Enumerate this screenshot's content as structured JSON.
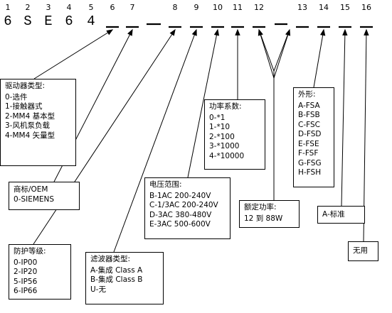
{
  "positions": [
    "1",
    "2",
    "3",
    "4",
    "5",
    "6",
    "7",
    "8",
    "9",
    "10",
    "11",
    "12",
    "13",
    "14",
    "15",
    "16"
  ],
  "code_prefix": [
    "6",
    "S",
    "E",
    "6",
    "4"
  ],
  "colors": {
    "ink": "#000000",
    "background": "#ffffff"
  },
  "boxes": {
    "drive_type": {
      "title": "驱动器类型:",
      "items": [
        "0-选件",
        "1-接触器式",
        "2-MM4 基本型",
        "3-风机泵负载",
        "4-MM4 矢量型"
      ]
    },
    "brand": {
      "items": [
        "商标/OEM",
        "0-SIEMENS"
      ]
    },
    "protection": {
      "title": "防护等级:",
      "items": [
        "0-IP00",
        "2-IP20",
        "5-IP56",
        "6-IP66"
      ]
    },
    "filter": {
      "title": "滤波器类型:",
      "items": [
        "A-集成 Class A",
        "B-集成 Class B",
        "U-无"
      ]
    },
    "voltage": {
      "title": "电压范围:",
      "items": [
        "B-1AC 200-240V",
        "C-1/3AC 200-240V",
        "D-3AC 380-480V",
        "E-3AC 500-600V"
      ]
    },
    "power_factor": {
      "title": "功率系数:",
      "items": [
        "0-*1",
        "1-*10",
        "2-*100",
        "3-*1000",
        "4-*10000"
      ]
    },
    "rated_power": {
      "title": "额定功率:",
      "items": [
        "12 到 88W"
      ]
    },
    "frame": {
      "title": "外形:",
      "items": [
        "A-FSA",
        "B-FSB",
        "C-FSC",
        "D-FSD",
        "E-FSE",
        "F-FSF",
        "G-FSG",
        "H-FSH"
      ]
    },
    "standard": {
      "items": [
        "A-标准"
      ]
    },
    "unused": {
      "items": [
        "无用"
      ]
    }
  }
}
